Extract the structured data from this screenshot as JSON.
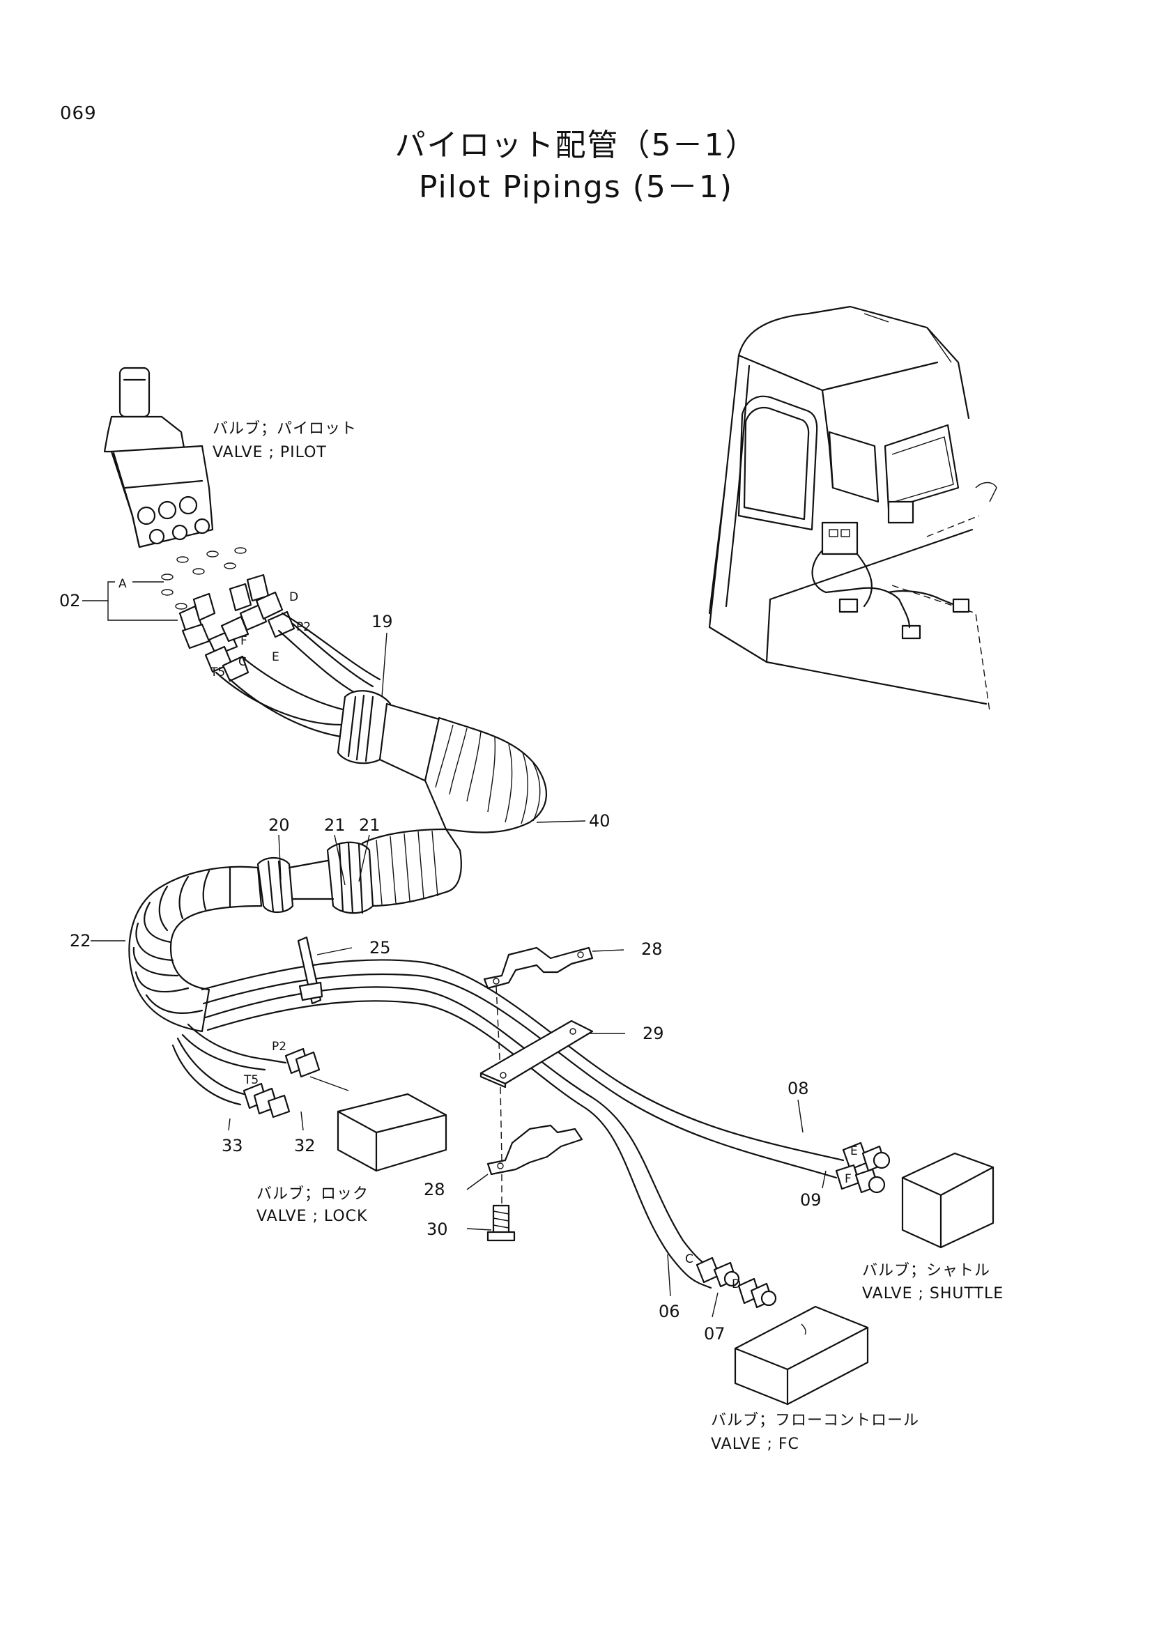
{
  "page_number": "069",
  "title_jp": "パイロット配管（5－1）",
  "title_en": "Pilot Pipings (5－1)",
  "callouts": {
    "c02": "02",
    "c19": "19",
    "c20": "20",
    "c21a": "21",
    "c21b": "21",
    "c40": "40",
    "c22": "22",
    "c25": "25",
    "c28a": "28",
    "c29": "29",
    "c28b": "28",
    "c30": "30",
    "c33": "33",
    "c32": "32",
    "c08": "08",
    "c09": "09",
    "c06": "06",
    "c07": "07"
  },
  "port_labels": {
    "a": "A",
    "d_top": "D",
    "p2_top": "P2",
    "f_top": "F",
    "e_top": "E",
    "c_top": "C",
    "t5_top": "T5",
    "p2_low": "P2",
    "t5_low": "T5",
    "e_right": "E",
    "f_right": "F",
    "c_right": "C",
    "d_right": "D"
  },
  "valves": {
    "pilot": {
      "jp": "バルブ；パイロット",
      "en": "VALVE ; PILOT"
    },
    "lock": {
      "jp": "バルブ；ロック",
      "en": "VALVE ; LOCK"
    },
    "shuttle": {
      "jp": "バルブ；シャトル",
      "en": "VALVE ; SHUTTLE"
    },
    "fc": {
      "jp": "バルブ；フローコントロール",
      "en": "VALVE ; FC"
    }
  }
}
